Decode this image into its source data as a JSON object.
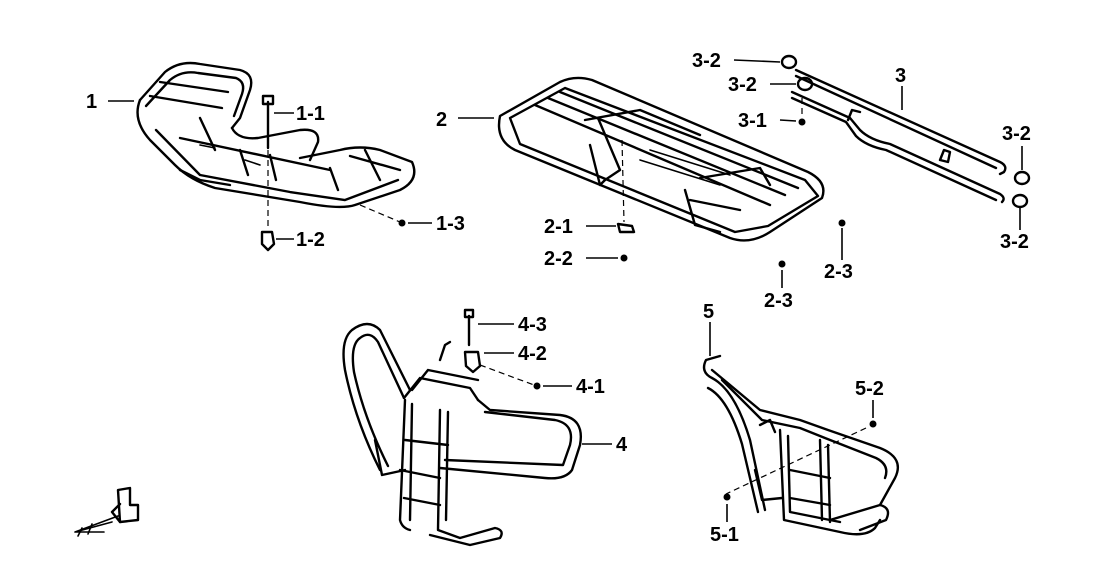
{
  "callouts": {
    "c1": "1",
    "c1_1": "1-1",
    "c1_2": "1-2",
    "c1_3": "1-3",
    "c2": "2",
    "c2_1": "2-1",
    "c2_2": "2-2",
    "c2_3a": "2-3",
    "c2_3b": "2-3",
    "c3": "3",
    "c3_1": "3-1",
    "c3_2a": "3-2",
    "c3_2b": "3-2",
    "c3_2c": "3-2",
    "c3_2d": "3-2",
    "c4": "4",
    "c4_1": "4-1",
    "c4_2": "4-2",
    "c4_3": "4-3",
    "c5": "5",
    "c5_1": "5-1",
    "c5_2": "5-2"
  },
  "icons": [
    "front-direction-arrow-icon"
  ]
}
